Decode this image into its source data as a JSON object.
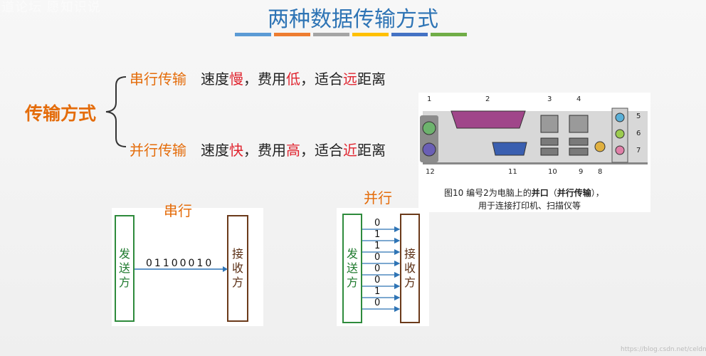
{
  "watermark": "道论坛 愿知识说",
  "title": "两种数据传输方式",
  "accent_colors": [
    "#5b9bd5",
    "#ed7d31",
    "#a5a5a5",
    "#ffc000",
    "#4472c4",
    "#70ad47"
  ],
  "transfer_mode": {
    "heading": "传输方式",
    "serial": {
      "name": "串行传输",
      "desc_a": "速度",
      "desc_b": "慢",
      "desc_c": "，费用",
      "desc_d": "低",
      "desc_e": "，适合",
      "desc_f": "远",
      "desc_g": "距离"
    },
    "parallel": {
      "name": "并行传输",
      "desc_a": "速度",
      "desc_b": "快",
      "desc_c": "，费用",
      "desc_d": "高",
      "desc_e": "，适合",
      "desc_f": "近",
      "desc_g": "距离"
    }
  },
  "serial_diagram": {
    "title": "串行",
    "sender": "发送方",
    "receiver": "接收方",
    "bits": "01100010"
  },
  "parallel_diagram": {
    "title": "并行",
    "sender": "发送方",
    "receiver": "接收方",
    "bits": [
      "0",
      "1",
      "1",
      "0",
      "0",
      "0",
      "1",
      "0"
    ]
  },
  "port_figure": {
    "numbers": {
      "n1": "1",
      "n2": "2",
      "n3": "3",
      "n4": "4",
      "n5": "5",
      "n6": "6",
      "n7": "7",
      "n8": "8",
      "n9": "9",
      "n10": "10",
      "n11": "11",
      "n12": "12"
    },
    "caption_line1_a": "图10 编号2为电脑上的",
    "caption_line1_b": "并口",
    "caption_line1_c": "（",
    "caption_line1_d": "并行传输",
    "caption_line1_e": "），",
    "caption_line2": "用于连接打印机、扫描仪等"
  },
  "footer_url": "https://blog.csdn.net/celdn"
}
